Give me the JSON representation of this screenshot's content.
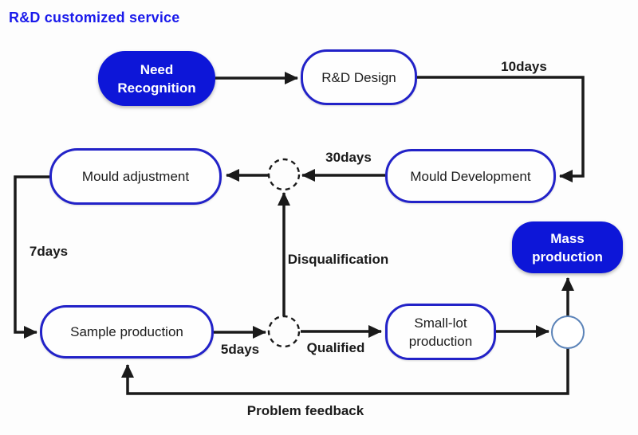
{
  "title": "R&D customized service",
  "colors": {
    "title_blue": "#1a1aeb",
    "node_fill_blue": "#0d16d8",
    "node_border_blue": "#2222c8",
    "line_color": "#1a1a1a",
    "connector_circle_border": "#5b83b8"
  },
  "nodes": {
    "need_recognition": {
      "label": "Need\nRecognition",
      "type": "filled"
    },
    "rd_design": {
      "label": "R&D Design",
      "type": "outline"
    },
    "mould_development": {
      "label": "Mould Development",
      "type": "outline"
    },
    "mould_adjustment": {
      "label": "Mould adjustment",
      "type": "outline"
    },
    "sample_production": {
      "label": "Sample production",
      "type": "outline"
    },
    "small_lot_production": {
      "label": "Small-lot\nproduction",
      "type": "outline"
    },
    "mass_production": {
      "label": "Mass\nproduction",
      "type": "filled"
    }
  },
  "edge_labels": {
    "design_duration": "10days",
    "mould_duration": "30days",
    "adjustment_duration": "7days",
    "sample_duration": "5days",
    "disqualification": "Disqualification",
    "qualified": "Qualified",
    "problem_feedback": "Problem feedback"
  }
}
